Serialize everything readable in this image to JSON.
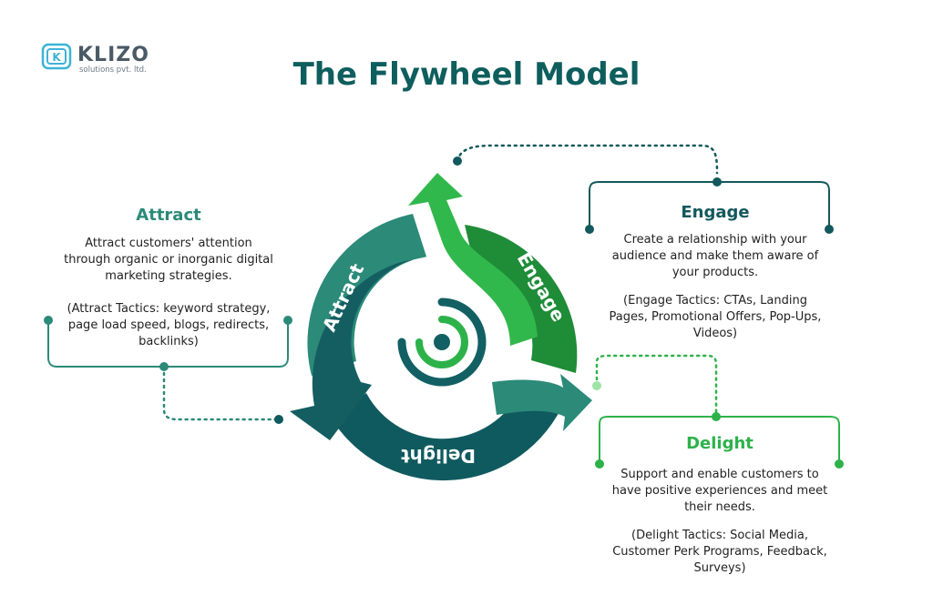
{
  "logo": {
    "brand": "KLIZO",
    "subtitle": "solutions pvt. ltd.",
    "mark_text": "K"
  },
  "title": "The Flywheel Model",
  "wheel": {
    "arc_labels": {
      "attract": "Attract",
      "engage": "Engage",
      "delight": "Delight"
    },
    "colors": {
      "attract": "#2b8a78",
      "attract_arrow": "#145e61",
      "engage_light": "#31b84c",
      "engage_dark": "#1f8c38",
      "delight": "#0f5a5e",
      "center_ring": "#126063",
      "center_green": "#2db24a"
    }
  },
  "stages": {
    "attract": {
      "heading": "Attract",
      "description": "Attract customers' attention through organic or inorganic digital marketing strategies.",
      "tactics": "(Attract Tactics: keyword strategy, page load speed, blogs, redirects, backlinks)",
      "color": "#2b8a78"
    },
    "engage": {
      "heading": "Engage",
      "description": "Create a relationship with your audience and make them aware of your products.",
      "tactics": "(Engage Tactics: CTAs, Landing Pages, Promotional Offers, Pop-Ups, Videos)",
      "color": "#13585c"
    },
    "delight": {
      "heading": "Delight",
      "description": "Support and enable customers to have positive experiences and meet their needs.",
      "tactics": "(Delight Tactics: Social Media, Customer Perk Programs, Feedback, Surveys)",
      "color": "#2db24a"
    }
  }
}
